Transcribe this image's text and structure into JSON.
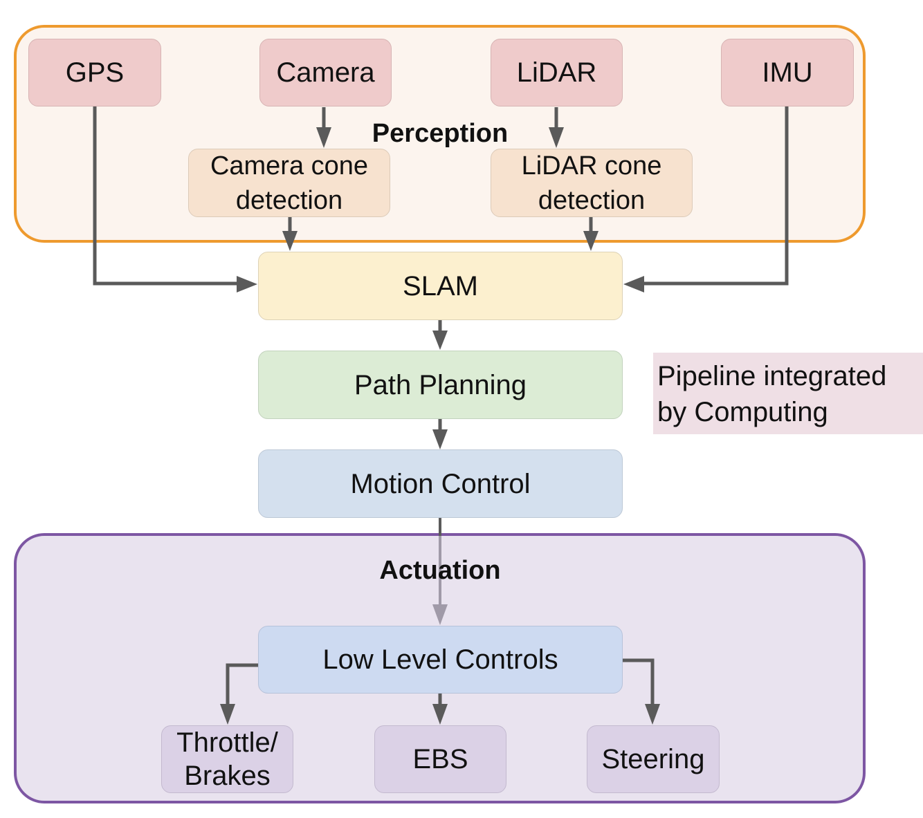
{
  "groups": {
    "perception": {
      "title": "Perception",
      "border_color": "#ee9a2e",
      "fill": "#fcf4ee"
    },
    "actuation": {
      "title": "Actuation",
      "border_color": "#7d56a3",
      "fill": "#e9e3ef"
    }
  },
  "nodes": {
    "gps": "GPS",
    "camera": "Camera",
    "lidar": "LiDAR",
    "imu": "IMU",
    "camera_cone_detection": [
      "Camera cone",
      "detection"
    ],
    "lidar_cone_detection": [
      "LiDAR cone",
      "detection"
    ],
    "slam": "SLAM",
    "path_planning": "Path Planning",
    "motion_control": "Motion Control",
    "low_level_controls": "Low Level Controls",
    "throttle_brakes": [
      "Throttle/",
      "Brakes"
    ],
    "ebs": "EBS",
    "steering": "Steering"
  },
  "note": {
    "lines": [
      "Pipeline integrated",
      "by Computing"
    ],
    "fill": "#efdfe5"
  },
  "edges": [
    {
      "from": "camera",
      "to": "camera_cone_detection"
    },
    {
      "from": "lidar",
      "to": "lidar_cone_detection"
    },
    {
      "from": "camera_cone_detection",
      "to": "slam"
    },
    {
      "from": "lidar_cone_detection",
      "to": "slam"
    },
    {
      "from": "gps",
      "to": "slam"
    },
    {
      "from": "imu",
      "to": "slam"
    },
    {
      "from": "slam",
      "to": "path_planning"
    },
    {
      "from": "path_planning",
      "to": "motion_control"
    },
    {
      "from": "motion_control",
      "to": "low_level_controls"
    },
    {
      "from": "low_level_controls",
      "to": "throttle_brakes"
    },
    {
      "from": "low_level_controls",
      "to": "ebs"
    },
    {
      "from": "low_level_controls",
      "to": "steering"
    }
  ],
  "colors": {
    "arrow": "#5a5a5a",
    "arrow_light": "#a09aa8"
  }
}
